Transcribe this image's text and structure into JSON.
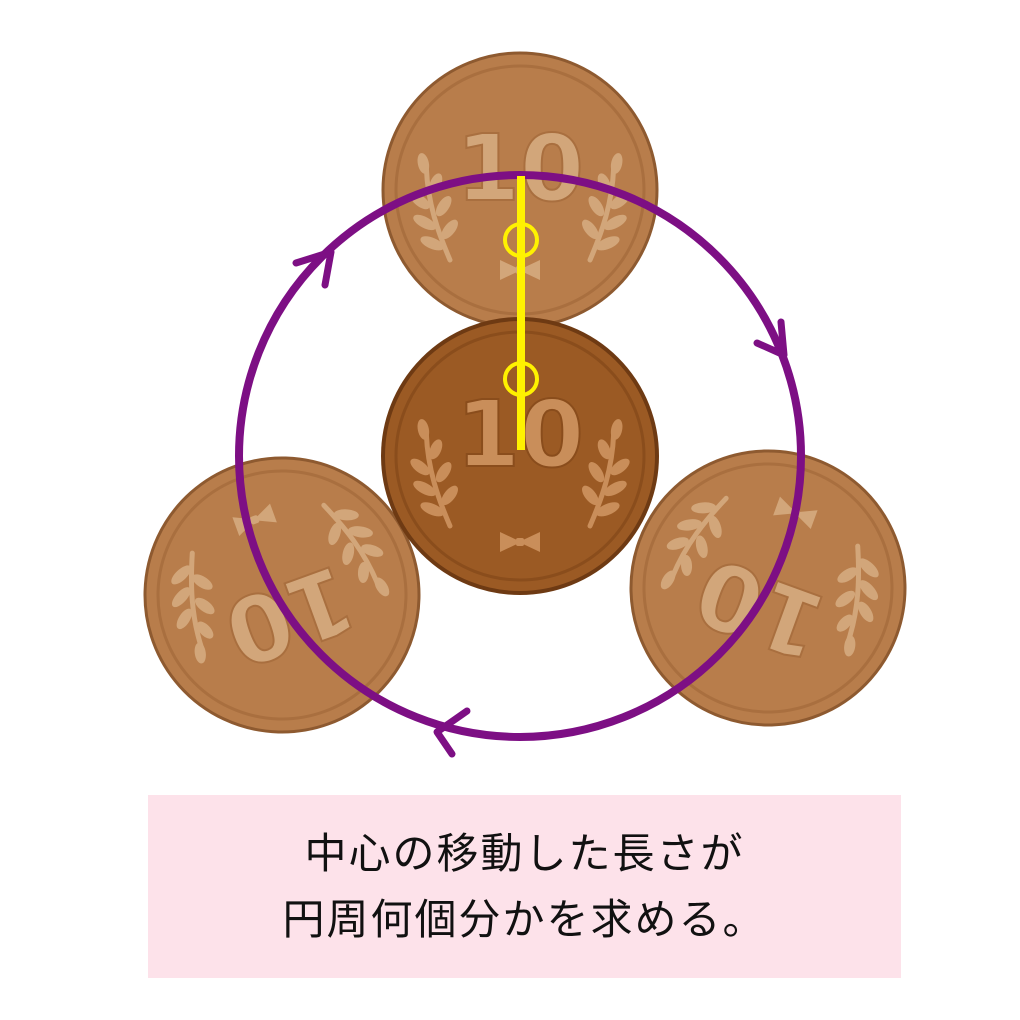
{
  "colors": {
    "background": "#ffffff",
    "coin_fill": "#b87d4b",
    "coin_edge": "#8e5a30",
    "coin_inner": "#a96f3f",
    "coin_text": "#d2a67a",
    "center_coin_fill": "#9b5a24",
    "center_coin_edge": "#6e3a13",
    "center_coin_inner": "#8a4d1c",
    "center_coin_text": "#c98e5a",
    "path_circle": "#7d0f84",
    "marker_line": "#fff200",
    "caption_bg": "#fde2ea",
    "caption_text": "#111111"
  },
  "coins": {
    "top": {
      "label": "10"
    },
    "center": {
      "label": "10"
    },
    "left": {
      "label": "10"
    },
    "right": {
      "label": "10"
    }
  },
  "icons": {
    "laurel": "laurel-branch-icon",
    "bow": "ribbon-bow-icon",
    "arrow": "direction-arrow-icon",
    "marker": "center-point-marker-icon"
  },
  "caption": {
    "line1": "中心の移動した長さが",
    "line2": "円周何個分かを求める。"
  }
}
